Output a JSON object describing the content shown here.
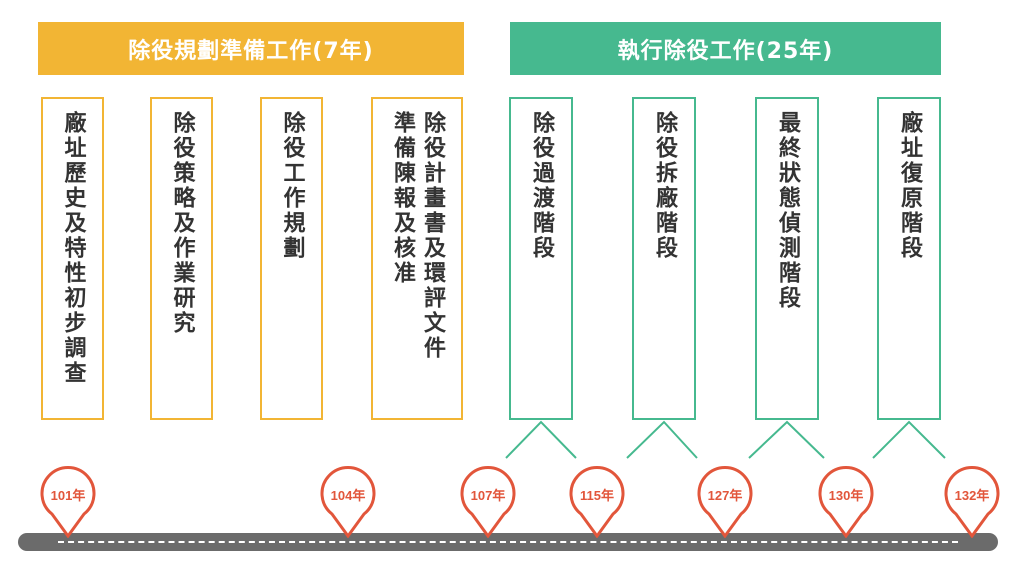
{
  "phases": {
    "prep_title": "除役規劃準備工作(7年)",
    "exec_title": "執行除役工作(25年)"
  },
  "prep_steps": [
    {
      "lines": [
        "廠址歷史及特性初步調查"
      ]
    },
    {
      "lines": [
        "除役策略及作業研究"
      ]
    },
    {
      "lines": [
        "除役工作規劃"
      ]
    },
    {
      "lines": [
        "除役計畫書及環評文件",
        "準備陳報及核准"
      ]
    }
  ],
  "exec_steps": [
    {
      "lines": [
        "除役過渡階段"
      ]
    },
    {
      "lines": [
        "除役拆廠階段"
      ]
    },
    {
      "lines": [
        "最終狀態偵測階段"
      ]
    },
    {
      "lines": [
        "廠址復原階段"
      ]
    }
  ],
  "milestones": [
    "101年",
    "104年",
    "107年",
    "115年",
    "127年",
    "130年",
    "132年"
  ],
  "colors": {
    "prep": "#f2b534",
    "exec": "#46b98f",
    "marker": "#e2563b",
    "road": "#6b6b6b"
  }
}
